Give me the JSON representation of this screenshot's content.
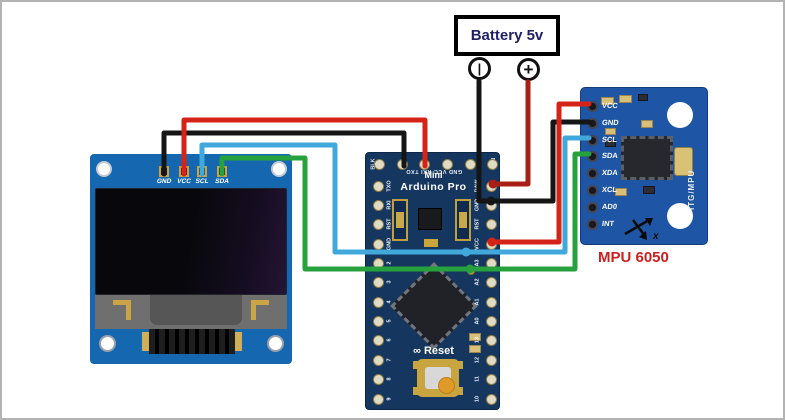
{
  "battery": {
    "label": "Battery 5v",
    "terminal_negative": "|",
    "terminal_positive": "+"
  },
  "oled": {
    "pin_labels": [
      "GND",
      "VCC",
      "SCL",
      "SDA"
    ]
  },
  "arduino": {
    "title_top": "Mini",
    "title_main": "Arduino Pro",
    "reset_logo": "∞",
    "reset_label": "Reset",
    "corner_label_left": "BLK",
    "corner_label_right": "GRN",
    "ftdi_row_text": "GND VCC RXI TXO",
    "left_pin_labels": [
      "TXO",
      "RXI",
      "RST",
      "GND",
      "2",
      "3",
      "4",
      "5",
      "6",
      "7",
      "8",
      "9"
    ],
    "right_pin_labels": [
      "RAW",
      "GND",
      "RST",
      "VCC",
      "A3",
      "A2",
      "A1",
      "A0",
      "13",
      "12",
      "11",
      "10"
    ]
  },
  "mpu": {
    "pin_labels": [
      "VCC",
      "GND",
      "SCL",
      "SDA",
      "XDA",
      "XCL",
      "AD0",
      "INT"
    ],
    "side_text": "ITG/MPU",
    "caption": "MPU 6050",
    "axis_label": "x"
  },
  "wire_colors": {
    "bat_neg": "#151515",
    "bat_pos": "#a81f16",
    "oled_gnd": "#151515",
    "oled_vcc": "#d62317",
    "vcc_mpu": "#d62317",
    "scl": "#41a8dc",
    "sda": "#27a13d"
  },
  "colors": {
    "oled_pcb": "#1568b0",
    "arduino_pcb": "#15375f",
    "mpu_pcb": "#1e55a5",
    "battery_text": "#1f1f66",
    "mpu_caption": "#cc2020",
    "page_border": "#b3b3b3"
  }
}
